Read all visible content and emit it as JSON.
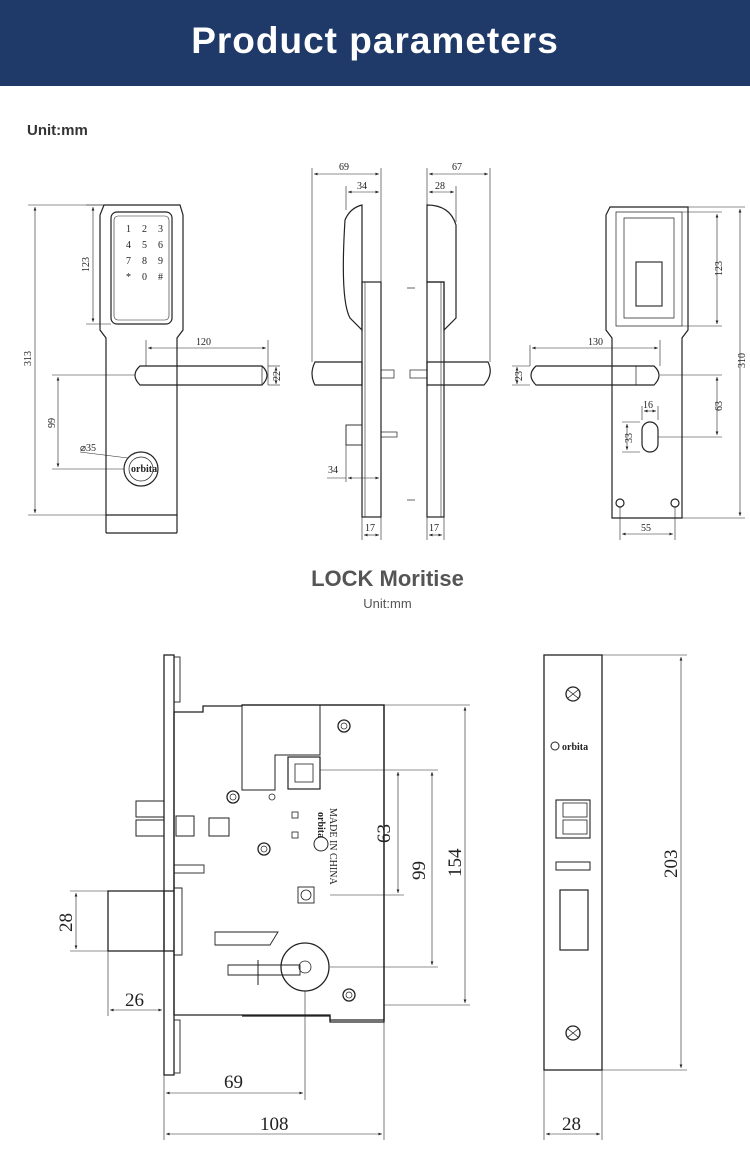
{
  "header": {
    "title": "Product parameters"
  },
  "top_section": {
    "unit": "Unit:mm",
    "logo_text": "orbita",
    "keypad_keys": [
      "1",
      "2",
      "3",
      "4",
      "5",
      "6",
      "7",
      "8",
      "9",
      "*",
      "0",
      "#"
    ],
    "front_dims": {
      "height": "313",
      "keypad_height": "123",
      "handle_length": "120",
      "handle_width": "22",
      "handle_to_key": "99",
      "key_diameter": "⌀35"
    },
    "side_dims": {
      "left_total": "69",
      "left_upper": "34",
      "left_lower": "34",
      "left_plate": "17",
      "right_total": "67",
      "right_upper": "28",
      "right_plate": "17"
    },
    "back_dims": {
      "height": "310",
      "reader_height": "123",
      "handle_length": "130",
      "handle_width": "23",
      "handle_to_slot": "63",
      "slot_width": "16",
      "slot_height": "33",
      "screw_spacing": "55"
    }
  },
  "mortise_section": {
    "title": "LOCK Moritise",
    "unit": "Unit:mm",
    "logo_text": "orbita",
    "made_in": "MADE IN CHINA",
    "body_dims": {
      "backset_mark": "63",
      "spacing": "99",
      "body_height": "154",
      "latch_height": "28",
      "latch_projection": "26",
      "to_center": "69",
      "depth": "108"
    },
    "faceplate_dims": {
      "height": "203",
      "width": "28"
    }
  },
  "colors": {
    "banner": "#1f3a68",
    "line": "#222222"
  }
}
